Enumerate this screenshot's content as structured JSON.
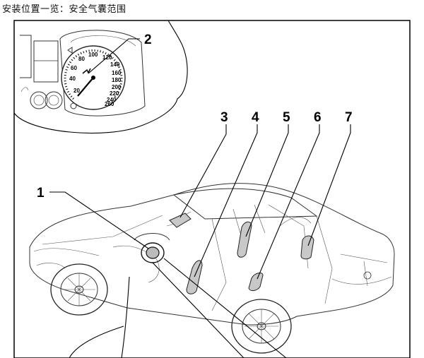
{
  "header": {
    "title": "安装位置一览：安全气囊范围"
  },
  "callouts": [
    "1",
    "2",
    "3",
    "4",
    "5",
    "6",
    "7"
  ],
  "speedometer": {
    "ticks": [
      "20",
      "40",
      "60",
      "80",
      "100",
      "120",
      "140",
      "160",
      "180",
      "200",
      "220",
      "240",
      "260"
    ]
  },
  "icons": [
    "speedometer-gauge",
    "steering-wheel-airbag",
    "side-airbag",
    "curtain-airbag",
    "car-outline"
  ]
}
